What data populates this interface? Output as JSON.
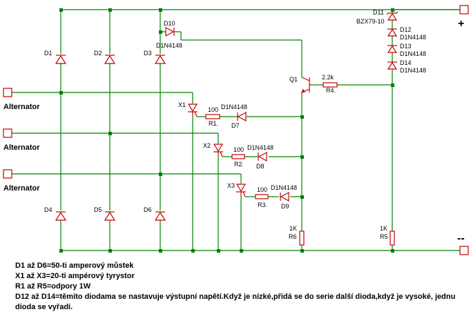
{
  "terminals": {
    "alt1": "Alternator",
    "alt2": "Alternator",
    "alt3": "Alternator",
    "plus": "+",
    "minus": "--"
  },
  "components": {
    "D1": "D1",
    "D2": "D2",
    "D3": "D3",
    "D4": "D4",
    "D5": "D5",
    "D6": "D6",
    "D7": "D7",
    "D8": "D8",
    "D9": "D9",
    "D10": "D10",
    "D10_type": "D1N4148",
    "D7_type": "D1N4148",
    "D8_type": "D1N4148",
    "D9_type": "D1N4148",
    "D11": "D11",
    "D11_type": "BZX79-10",
    "D12": "D12",
    "D12_type": "D1N4148",
    "D13": "D13",
    "D13_type": "D1N4148",
    "D14": "D14",
    "D14_type": "D1N4148",
    "X1": "X1",
    "X2": "X2",
    "X3": "X3",
    "Q1": "Q1",
    "R1": "R1.",
    "R1_val": "100",
    "R2": "R2.",
    "R2_val": "100",
    "R3": "R3.",
    "R3_val": "100",
    "R4": "R4.",
    "R4_val": "2.2k",
    "R5": "R5",
    "R5_val": "1K",
    "R6": "R6",
    "R6_val": "1K"
  },
  "notes": [
    "D1 až D6=50-ti amperový můstek",
    "X1 až X3=20-ti ampérový tyrystor",
    "R1 až R5=odpory 1W",
    "D12 až D14=těmito diodama se nastavuje výstupní napětí.Když je nízké,přidá se do serie další dioda,když je vysoké, jednu dioda se vyřadí."
  ],
  "colors": {
    "wire": "#008000",
    "part": "#c00000",
    "node": "#008000",
    "label": "#000000"
  }
}
